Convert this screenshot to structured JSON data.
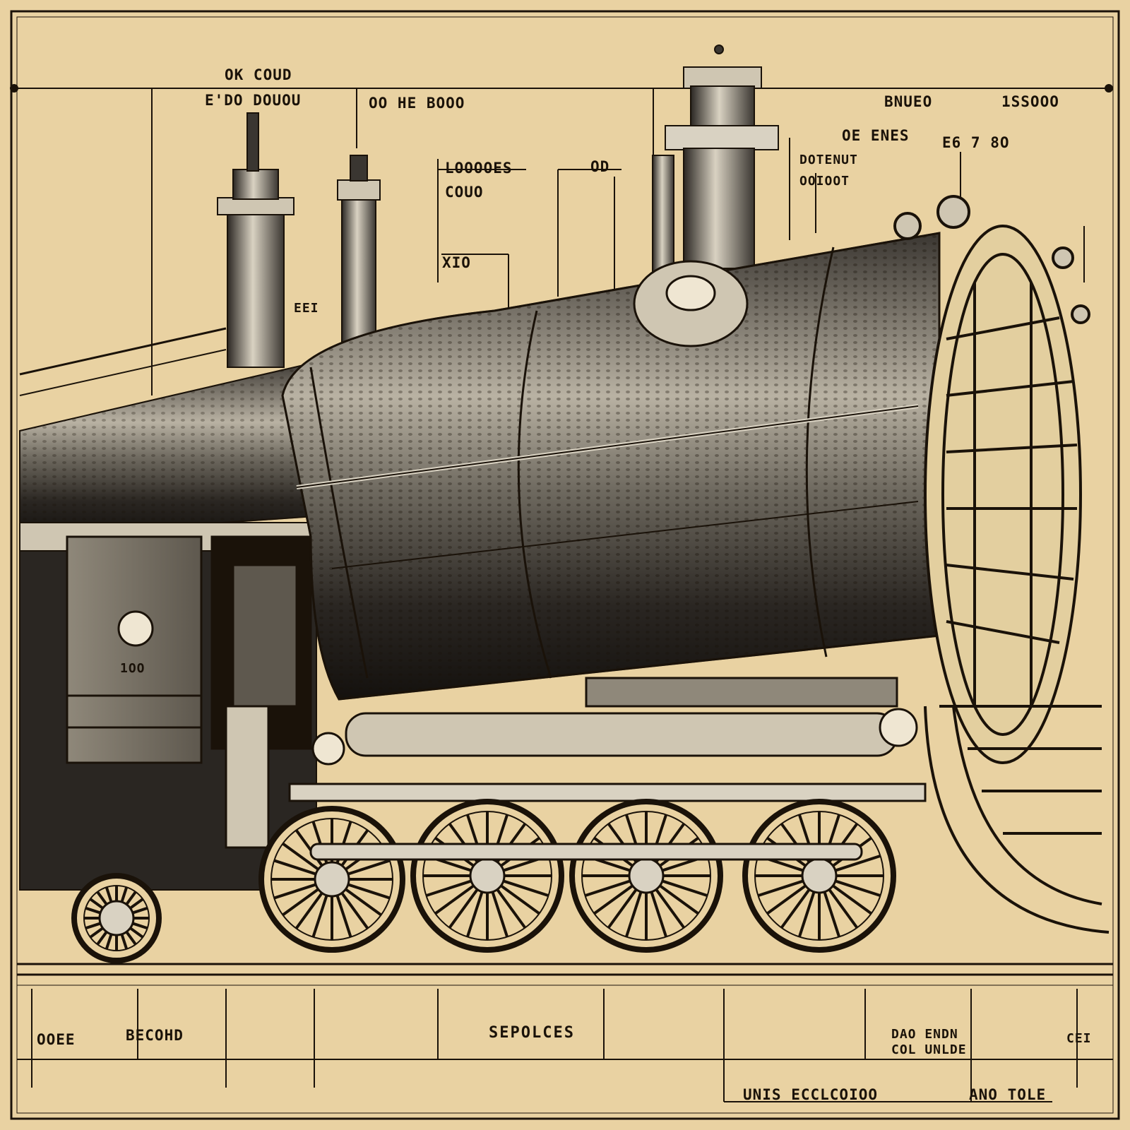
{
  "diagram": {
    "labels": {
      "top_left_1": "OK COUD",
      "top_left_2": "E'DO DOUOU",
      "top_mid": "OO HE BOOO",
      "top_right_1": "BNUEO",
      "top_right_2": "1SSOOO",
      "mid_1": "OE ENES",
      "mid_2": "E6 7 8O",
      "callout_1": "LOOOOES",
      "callout_2": "COUO",
      "callout_3": "OD",
      "callout_4": "DOTENUT",
      "callout_5": "OOIOOT",
      "callout_6": "XIO",
      "callout_7": "EEI",
      "cab_number": "1OO",
      "bottom_1": "OOEE",
      "bottom_2": "BECOHD",
      "bottom_3": "SEPOLCES",
      "bottom_4": "DAO ENDN",
      "bottom_5": "COL UNLDE",
      "bottom_6": "CEI",
      "footer_1": "UNIS ECCLCOIOO",
      "footer_2": "ANO TOLE"
    },
    "colors": {
      "paper": "#e9d2a2",
      "ink": "#1a1209",
      "steel": "#6f6a60",
      "steel_light": "#cfc6b2",
      "brass": "#d8c7a0"
    }
  }
}
